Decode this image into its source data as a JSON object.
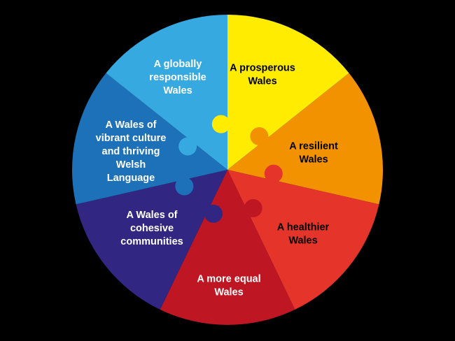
{
  "goals": [
    {
      "lines": [
        "A prosperous",
        "Wales"
      ],
      "color": "#ffec00",
      "text_color": "#000000"
    },
    {
      "lines": [
        "A resilient",
        "Wales"
      ],
      "color": "#f39200",
      "text_color": "#000000"
    },
    {
      "lines": [
        "A healthier",
        "Wales"
      ],
      "color": "#e5352b",
      "text_color": "#000000"
    },
    {
      "lines": [
        "A more equal",
        "Wales"
      ],
      "color": "#be1622",
      "text_color": "#ffffff"
    },
    {
      "lines": [
        "A Wales of",
        "cohesive",
        "communities"
      ],
      "color": "#312783",
      "text_color": "#ffffff"
    },
    {
      "lines": [
        "A Wales of",
        "vibrant culture",
        "and thriving",
        "Welsh",
        "Language"
      ],
      "color": "#1d71b8",
      "text_color": "#ffffff"
    },
    {
      "lines": [
        "A globally",
        "responsible",
        "Wales"
      ],
      "color": "#36a9e1",
      "text_color": "#ffffff"
    }
  ]
}
